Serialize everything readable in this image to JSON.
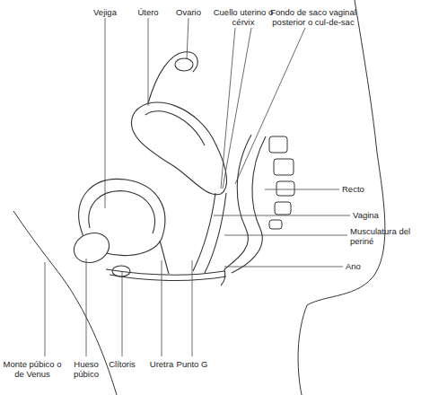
{
  "diagram": {
    "labels": [
      "Vejiga",
      "Útero",
      "Ovario",
      "Cuello uterino o cérvix",
      "Fondo de saco vaginal posterior o cul-de-sac",
      "Recto",
      "Vagina",
      "Musculatura del periné",
      "Ano",
      "Monte púbico o de Venus",
      "Hueso púbico",
      "Clítoris",
      "Uretra",
      "Punto G"
    ]
  }
}
